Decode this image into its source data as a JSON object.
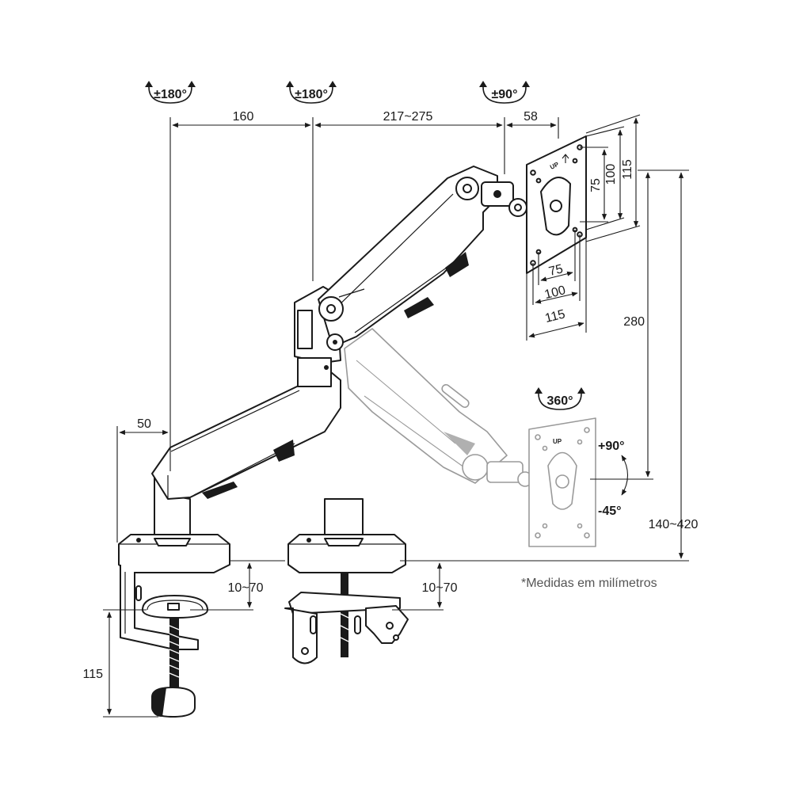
{
  "rotations": {
    "base_pivot": "±180°",
    "elbow_pivot": "±180°",
    "head_tilt": "±90°",
    "screen_rotation": "360°",
    "tilt_up": "+90°",
    "tilt_down": "-45°"
  },
  "dimensions": {
    "lower_arm": "160",
    "upper_arm": "217~275",
    "head_offset": "58",
    "base_offset": "50",
    "height_travel": "280",
    "total_height": "140~420",
    "desk_thickness_clamp": "10~70",
    "desk_thickness_grommet": "10~70",
    "clamp_height": "115",
    "vesa_h_75": "75",
    "vesa_h_100": "100",
    "vesa_h_115": "115",
    "vesa_v_75": "75",
    "vesa_v_100": "100",
    "vesa_v_115": "115"
  },
  "plate_label": "UP",
  "note": "*Medidas em milímetros",
  "colors": {
    "line": "#1a1a1a",
    "ghost": "#9a9a9a",
    "note": "#555555"
  }
}
